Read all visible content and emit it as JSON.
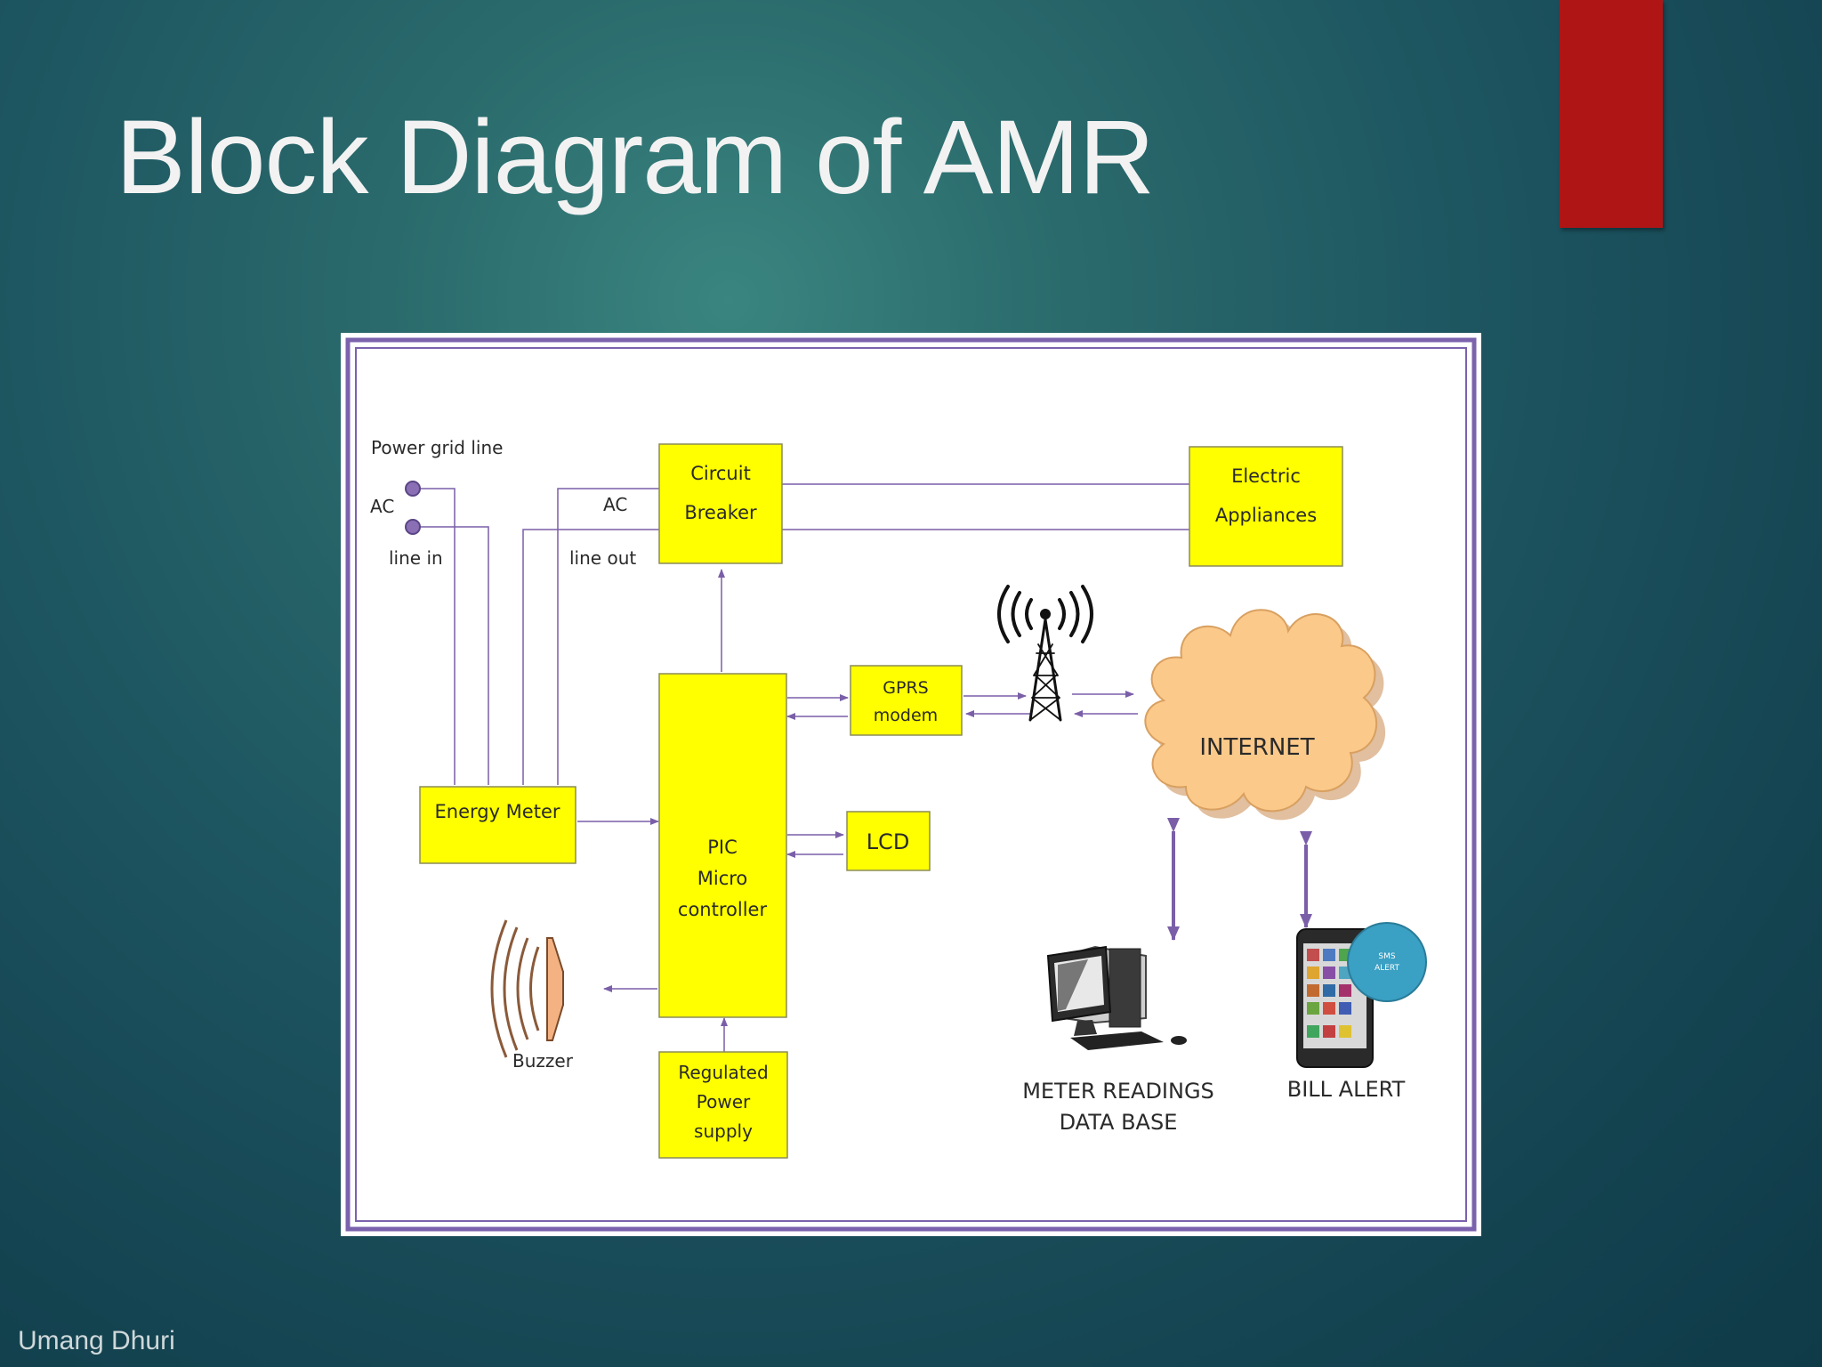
{
  "slide": {
    "title": "Block Diagram of AMR",
    "author": "Umang Dhuri"
  },
  "colors": {
    "background": "#1d5560",
    "accent_bar": "#b01515",
    "block_fill": "#ffff00",
    "line": "#7a5fa8",
    "cloud_fill": "#fbc98a"
  },
  "diagram": {
    "power_grid_label": "Power grid line",
    "ac_in": "AC",
    "line_in": "line in",
    "ac_out": "AC",
    "line_out": "line out",
    "circuit_breaker": [
      "Circuit",
      "Breaker"
    ],
    "electric_appliances": [
      "Electric",
      "Appliances"
    ],
    "gprs_modem": [
      "GPRS",
      "modem"
    ],
    "internet": "INTERNET",
    "energy_meter": "Energy Meter",
    "pic": [
      "PIC",
      "Micro",
      "controller"
    ],
    "lcd": "LCD",
    "buzzer": "Buzzer",
    "regulated_power_supply": [
      "Regulated",
      "Power",
      "supply"
    ],
    "meter_readings": [
      "METER READINGS",
      "DATA BASE"
    ],
    "bill_alert": "BILL ALERT",
    "sms_alert": [
      "SMS",
      "ALERT"
    ]
  }
}
